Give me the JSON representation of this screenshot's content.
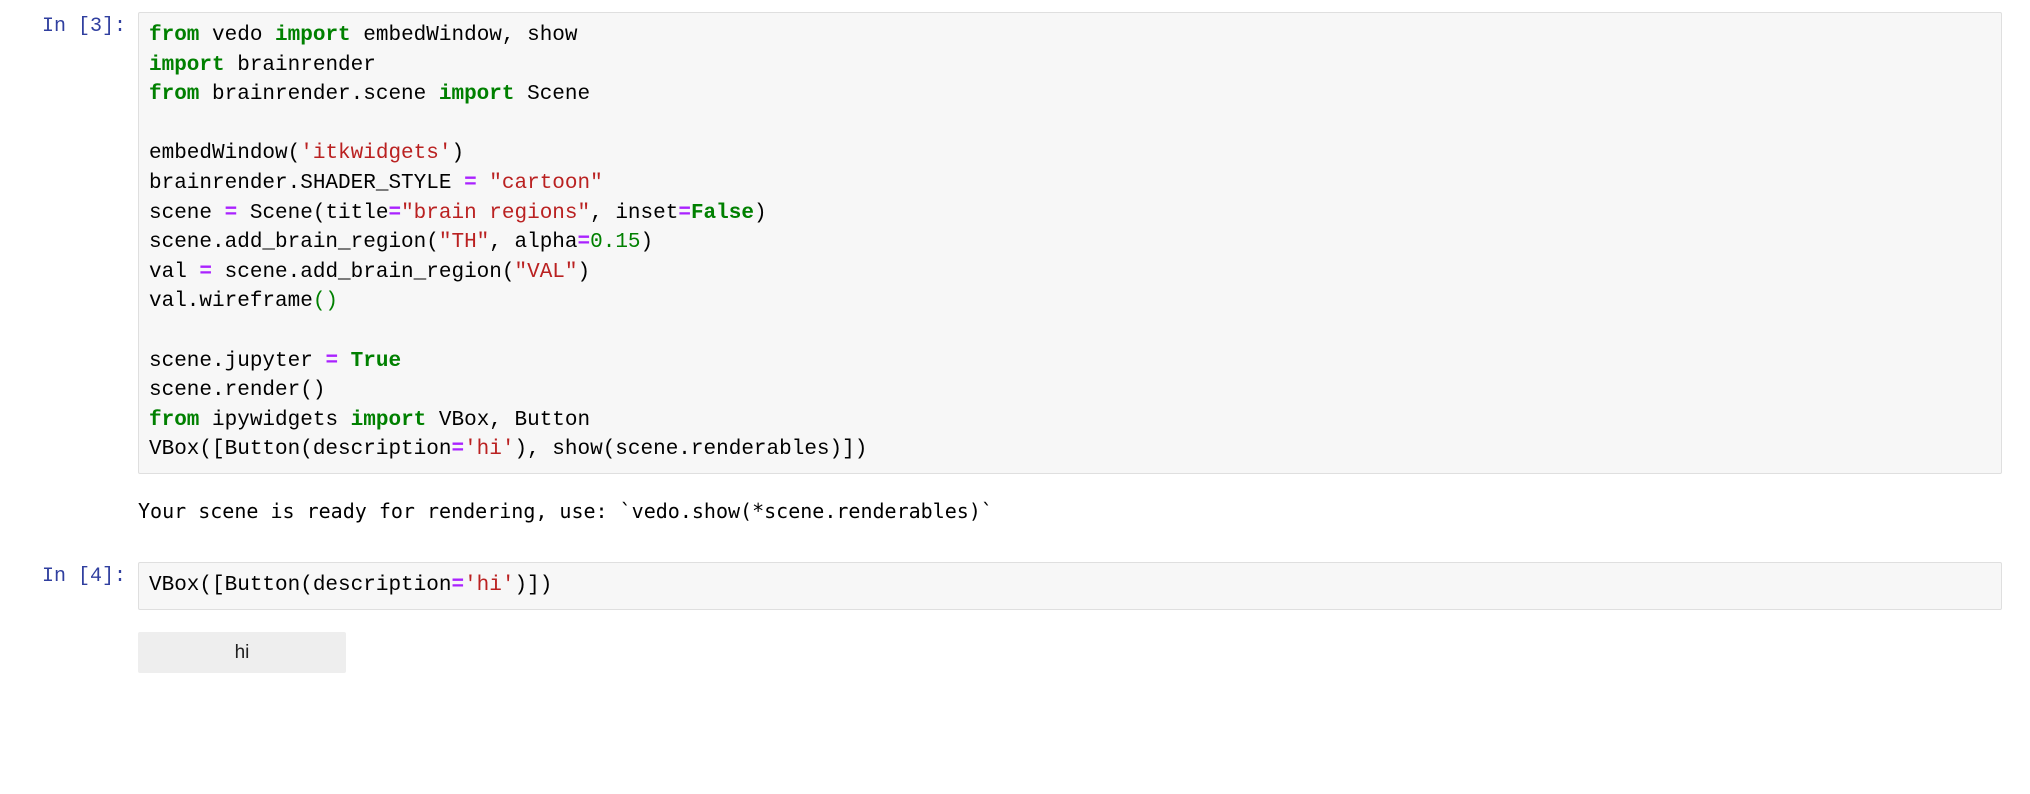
{
  "cells": [
    {
      "prompt": "In [3]:",
      "code_lines": [
        "from vedo import embedWindow, show",
        "import brainrender",
        "from brainrender.scene import Scene",
        "",
        "embedWindow('itkwidgets')",
        "brainrender.SHADER_STYLE = \"cartoon\"",
        "scene = Scene(title=\"brain regions\", inset=False)",
        "scene.add_brain_region(\"TH\", alpha=0.15)",
        "val = scene.add_brain_region(\"VAL\")",
        "val.wireframe()",
        "",
        "scene.jupyter = True",
        "scene.render()",
        "from ipywidgets import VBox, Button",
        "VBox([Button(description='hi'), show(scene.renderables)])"
      ],
      "output_text": "Your scene is ready for rendering, use: `vedo.show(*scene.renderables)`"
    },
    {
      "prompt": "In [4]:",
      "code_lines": [
        "VBox([Button(description='hi')])"
      ],
      "widget": {
        "type": "button",
        "label": "hi"
      }
    }
  ],
  "colors": {
    "prompt": "#303F9F",
    "keyword": "#008000",
    "string": "#BA2121",
    "operator": "#AA22FF",
    "number": "#008000",
    "cell_background": "#f7f7f7",
    "cell_border": "#dfdfdf",
    "widget_button_background": "#eeeeee",
    "page_background": "#ffffff"
  }
}
